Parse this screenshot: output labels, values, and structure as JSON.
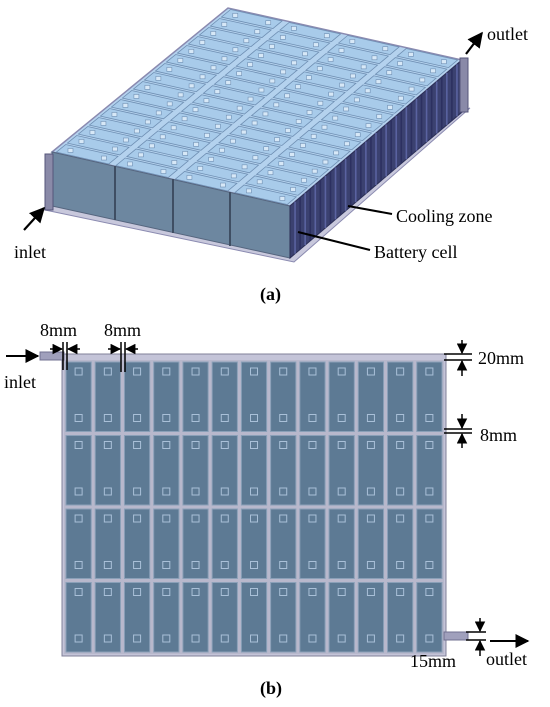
{
  "panel_a": {
    "caption": "(a)",
    "labels": {
      "outlet": "outlet",
      "inlet": "inlet",
      "cooling_zone": "Cooling zone",
      "battery_cell": "Battery cell"
    }
  },
  "panel_b": {
    "caption": "(b)",
    "labels": {
      "inlet": "inlet",
      "outlet": "outlet"
    },
    "dimensions": {
      "gap_8mm_left": "8mm",
      "gap_8mm_right": "8mm",
      "top_channel_20mm": "20mm",
      "row_gap_8mm": "8mm",
      "outlet_15mm": "15mm"
    },
    "grid": {
      "columns": 13,
      "rows": 4
    }
  },
  "colors": {
    "cell_face": "#5f7c96",
    "cell_top": "#a8cbea",
    "frame": "#c0c0d8",
    "side_dark": "#3a3f6a",
    "plan_fill": "#5d7a94",
    "plan_border": "#8aa0b8"
  }
}
